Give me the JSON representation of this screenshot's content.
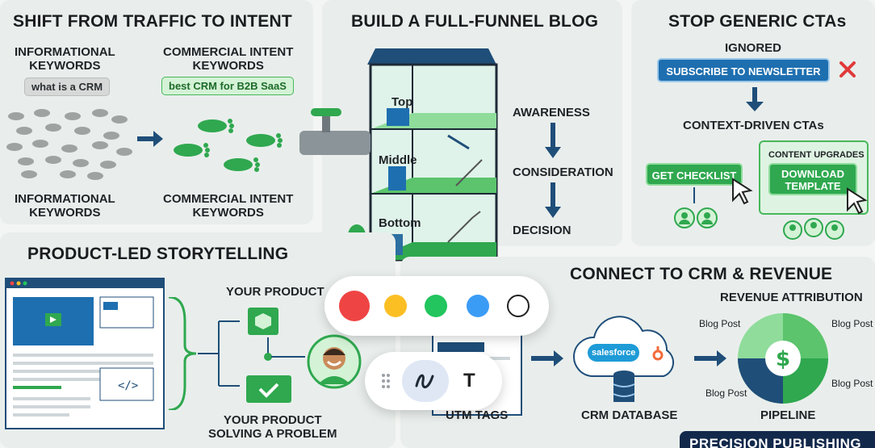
{
  "panel1": {
    "title": "SHIFT FROM TRAFFIC TO INTENT",
    "left_top_label": "INFORMATIONAL\nKEYWORDS",
    "left_pill": "what is a CRM",
    "right_top_label": "COMMERCIAL INTENT\nKEYWORDS",
    "right_pill": "best CRM for B2B SaaS",
    "left_bottom_label": "INFORMATIONAL\nKEYWORDS",
    "right_bottom_label": "COMMERCIAL INTENT\nKEYWORDS"
  },
  "panel2": {
    "title": "BUILD A FULL-FUNNEL BLOG",
    "floor_top": "Top",
    "floor_middle": "Middle",
    "floor_bottom": "Bottom",
    "stage_awareness": "AWARENESS",
    "stage_consideration": "CONSIDERATION",
    "stage_decision": "DECISION"
  },
  "panel3": {
    "title": "STOP GENERIC CTAs",
    "ignored_label": "IGNORED",
    "subscribe_button": "SUBSCRIBE TO NEWSLETTER",
    "context_label": "CONTEXT-DRIVEN CTAs",
    "checklist_button": "GET CHECKLIST",
    "upgrades_label": "CONTENT UPGRADES",
    "template_button": "DOWNLOAD\nTEMPLATE"
  },
  "panel4": {
    "title": "PRODUCT-LED STORYTELLING",
    "your_product": "YOUR PRODUCT",
    "solving_label": "YOUR PRODUCT\nSOLVING A PROBLEM"
  },
  "panel5": {
    "title": "CONNECT TO CRM & REVENUE",
    "utm_tags": "UTM TAGS",
    "crm_database": "CRM DATABASE",
    "salesforce": "salesforce",
    "revenue_attribution": "REVENUE ATTRIBUTION",
    "blog_post_labels": [
      "Blog Post",
      "Blog Post",
      "Blog Post",
      "Blog Post"
    ],
    "pipeline": "PIPELINE"
  },
  "footer": {
    "text": "PRECISION PUBLISHING"
  },
  "toolbar": {
    "colors": [
      "#ef4444",
      "#fbbf24",
      "#22c55e",
      "#3b9cf6",
      "#ffffff"
    ],
    "text_tool": "T"
  },
  "colors": {
    "navy": "#1f4e79",
    "green": "#2fa84f",
    "accent_blue": "#1e6fb0"
  }
}
